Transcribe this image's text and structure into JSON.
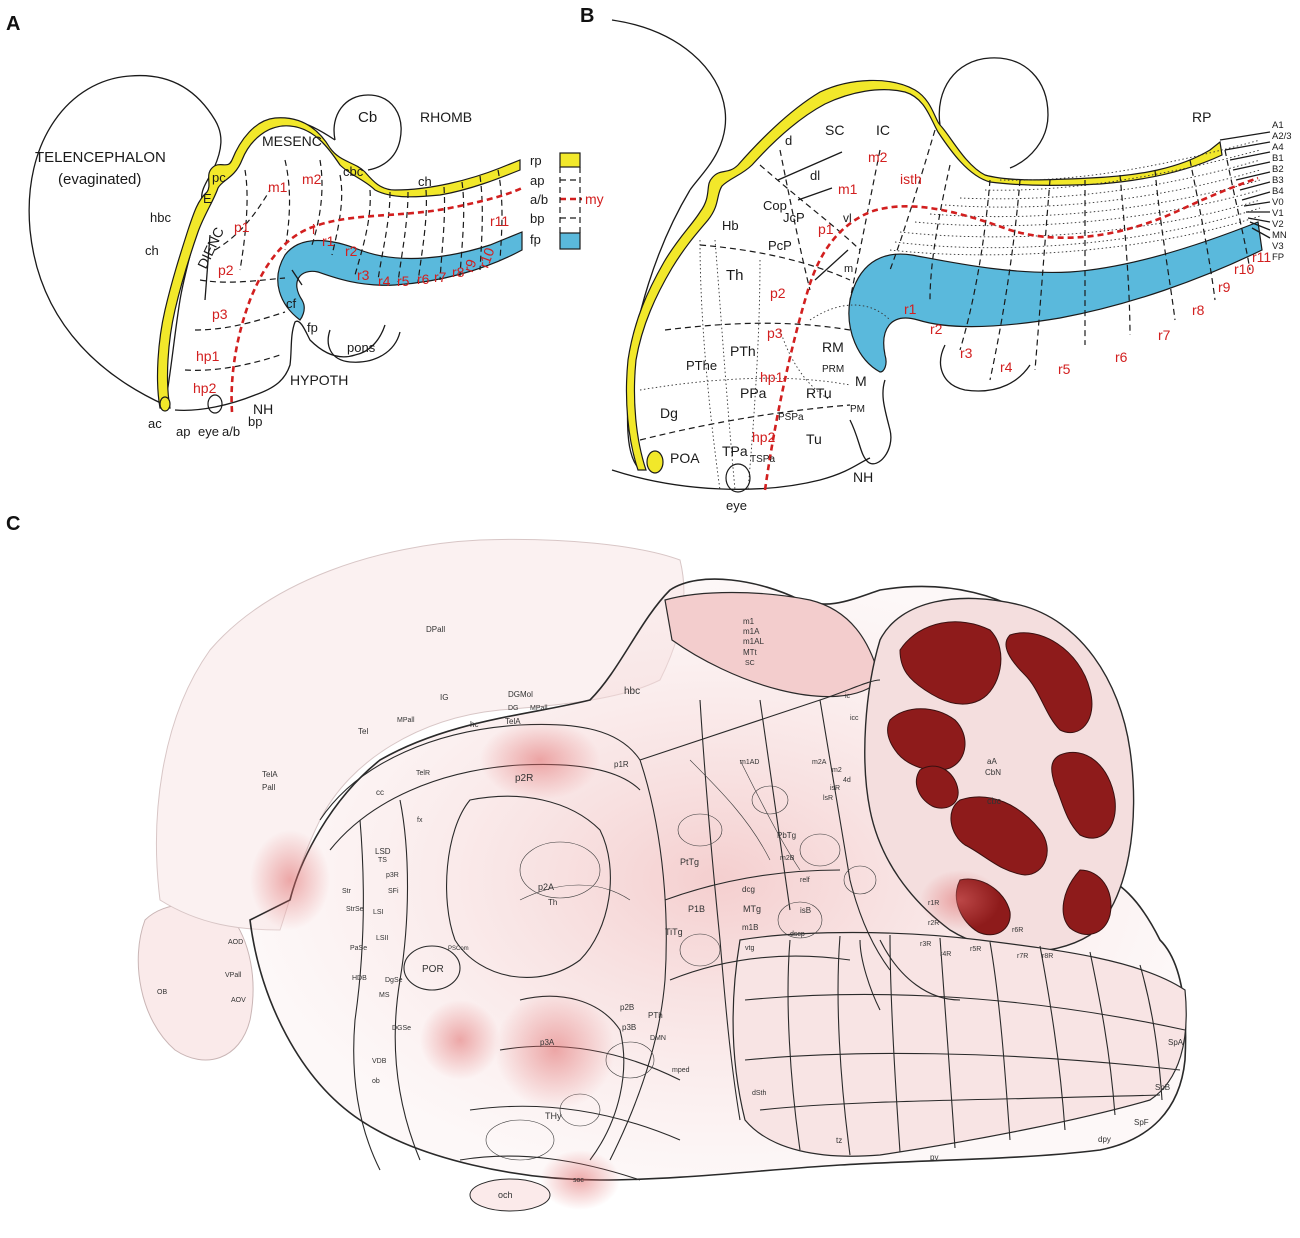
{
  "panels": {
    "A": {
      "letter": "A",
      "regions": {
        "telencephalon": "TELENCEPHALON",
        "evaginated": "(evaginated)",
        "mesenc": "MESENC",
        "cb": "Cb",
        "rhomb": "RHOMB",
        "dienc": "DIENC",
        "hypoth": "HYPOTH",
        "pons": "pons",
        "nh": "NH"
      },
      "black_labels": [
        "E",
        "pc",
        "hbc",
        "ch",
        "cbc",
        "ch",
        "cf",
        "fp",
        "ac",
        "ap",
        "eye",
        "a/b",
        "bp"
      ],
      "red_labels": [
        "m1",
        "m2",
        "p1",
        "p2",
        "p3",
        "i",
        "r1",
        "r2",
        "r3",
        "r4",
        "r5",
        "r6",
        "r7",
        "r8",
        "r9",
        "r10",
        "r11",
        "hp1",
        "hp2"
      ],
      "legend": {
        "items": [
          {
            "label": "rp",
            "swatch": "yellow"
          },
          {
            "label": "ap",
            "swatch": "dash"
          },
          {
            "label": "a/b",
            "swatch": "reddash"
          },
          {
            "label": "bp",
            "swatch": "dash"
          },
          {
            "label": "fp",
            "swatch": "cyan"
          }
        ],
        "my_label": "my"
      }
    },
    "B": {
      "letter": "B",
      "black_labels": [
        "SC",
        "IC",
        "d",
        "dl",
        "Cop",
        "JcP",
        "Hb",
        "PcP",
        "vl",
        "m",
        "Th",
        "PThe",
        "PTh",
        "RM",
        "PRM",
        "M",
        "PPa",
        "RTu",
        "PSPa",
        "PM",
        "Dg",
        "POA",
        "TPa",
        "TSPa",
        "Tu",
        "NH",
        "eye",
        "RP"
      ],
      "red_labels": [
        "m2",
        "isth",
        "m1",
        "p1",
        "p2",
        "p3",
        "hp1",
        "hp2",
        "r1",
        "r2",
        "r3",
        "r4",
        "r5",
        "r6",
        "r7",
        "r8",
        "r9",
        "r10",
        "r11"
      ],
      "column_labels": [
        "A1",
        "A2/3",
        "A4",
        "B1",
        "B2",
        "B3",
        "B4",
        "V0",
        "V1",
        "V2",
        "MN",
        "V3",
        "FP"
      ]
    },
    "C": {
      "letter": "C",
      "labels": [
        "DPall",
        "IG",
        "Tel",
        "MPall",
        "TelA",
        "Pall",
        "cc",
        "hc",
        "DGMol",
        "DG",
        "MPall",
        "hbc",
        "TelA",
        "p2R",
        "p1R",
        "m1",
        "m1A",
        "m1AL",
        "MTt",
        "SC",
        "ic",
        "icc",
        "m1AD",
        "m2A",
        "m2",
        "isR",
        "4d",
        "lsR",
        "PbTg",
        "m2B",
        "relf",
        "isB",
        "dscp",
        "r1R",
        "r2R",
        "r3R",
        "r4R",
        "r5R",
        "r6R",
        "r7R",
        "r8R",
        "SpA",
        "SpB",
        "SpF",
        "dpy",
        "py",
        "tz",
        "dSth",
        "mped",
        "THy",
        "TelR",
        "LSD",
        "fx",
        "TS",
        "p3R",
        "SFi",
        "LSI",
        "Str",
        "StrSe",
        "PaSe",
        "LSII",
        "MS",
        "DgSe",
        "HDB",
        "VDB",
        "ob",
        "POR",
        "PSCom",
        "p2A",
        "p2B",
        "p3B",
        "p3A",
        "PTh",
        "Th",
        "P1B",
        "PtTg",
        "TiTg",
        "MTg",
        "dcg",
        "m1B",
        "vtg",
        "DMN",
        "OB",
        "AOD",
        "VPall",
        "AOV",
        "och",
        "soc",
        "DGSe",
        "cbc",
        "CbN",
        "aA"
      ]
    }
  }
}
